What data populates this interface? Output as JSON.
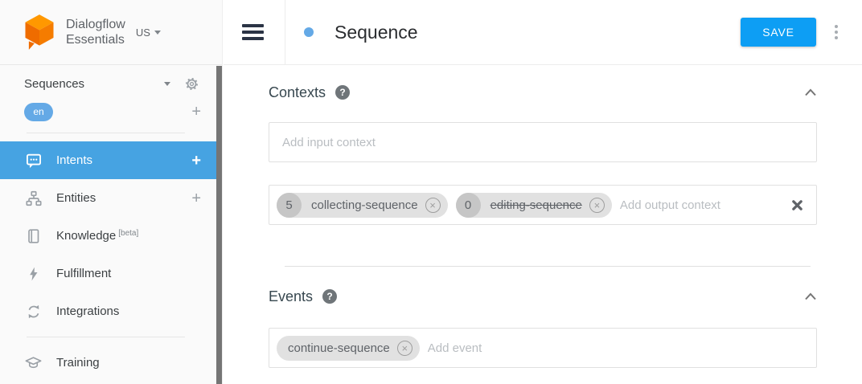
{
  "app": {
    "brand_line1": "Dialogflow",
    "brand_line2": "Essentials",
    "region": "US"
  },
  "sidebar": {
    "agent_name": "Sequences",
    "language_chip": "en",
    "items": [
      {
        "label": "Intents",
        "icon": "chat-bubble-icon",
        "action": "+"
      },
      {
        "label": "Entities",
        "icon": "sitemap-icon",
        "action": "+"
      },
      {
        "label": "Knowledge",
        "badge": "[beta]",
        "icon": "book-icon"
      },
      {
        "label": "Fulfillment",
        "icon": "lightning-icon"
      },
      {
        "label": "Integrations",
        "icon": "sync-icon"
      },
      {
        "label": "Training",
        "icon": "graduation-cap-icon"
      }
    ]
  },
  "header": {
    "intent_title": "Sequence",
    "save_label": "SAVE"
  },
  "contexts": {
    "title": "Contexts",
    "input_placeholder": "Add input context",
    "output_placeholder": "Add output context",
    "output_chips": [
      {
        "lifespan": "5",
        "name": "collecting-sequence",
        "strikethrough": false
      },
      {
        "lifespan": "0",
        "name": "editing-sequence",
        "strikethrough": true
      }
    ]
  },
  "events": {
    "title": "Events",
    "placeholder": "Add event",
    "chips": [
      {
        "name": "continue-sequence"
      }
    ]
  },
  "icons": {
    "plus_glyph": "+",
    "help_glyph": "?",
    "close_glyph": "×"
  },
  "colors": {
    "active_item": "#46a3e2",
    "save_button": "#0d9ef4",
    "language_chip": "#64a9e6",
    "status_dot": "#64a9e6",
    "brand_orange_top": "#ff9800",
    "brand_orange_left": "#ef6c00",
    "brand_orange_right": "#f57c00"
  }
}
